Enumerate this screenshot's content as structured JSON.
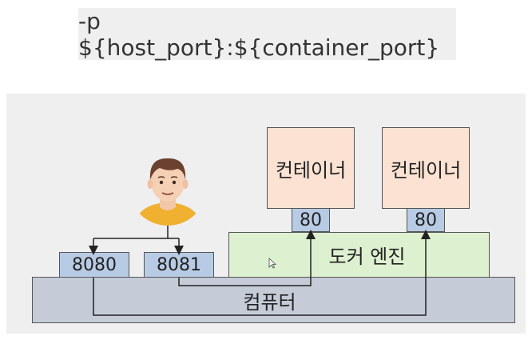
{
  "command": "-p ${host_port}:${container_port}",
  "containers": [
    {
      "label": "컨테이너",
      "port": "80"
    },
    {
      "label": "컨테이너",
      "port": "80"
    }
  ],
  "engine": {
    "label": "도커 엔진"
  },
  "computer": {
    "label": "컴퓨터"
  },
  "host_ports": [
    "8080",
    "8081"
  ],
  "colors": {
    "container_fill": "#fbe2d2",
    "port_fill": "#b8cbe4",
    "engine_fill": "#ddf0d0",
    "computer_fill": "#c5ccd8",
    "avatar_shirt": "#f0b030"
  },
  "icons": {
    "user": "person-avatar-icon",
    "cursor": "mouse-pointer-icon"
  }
}
